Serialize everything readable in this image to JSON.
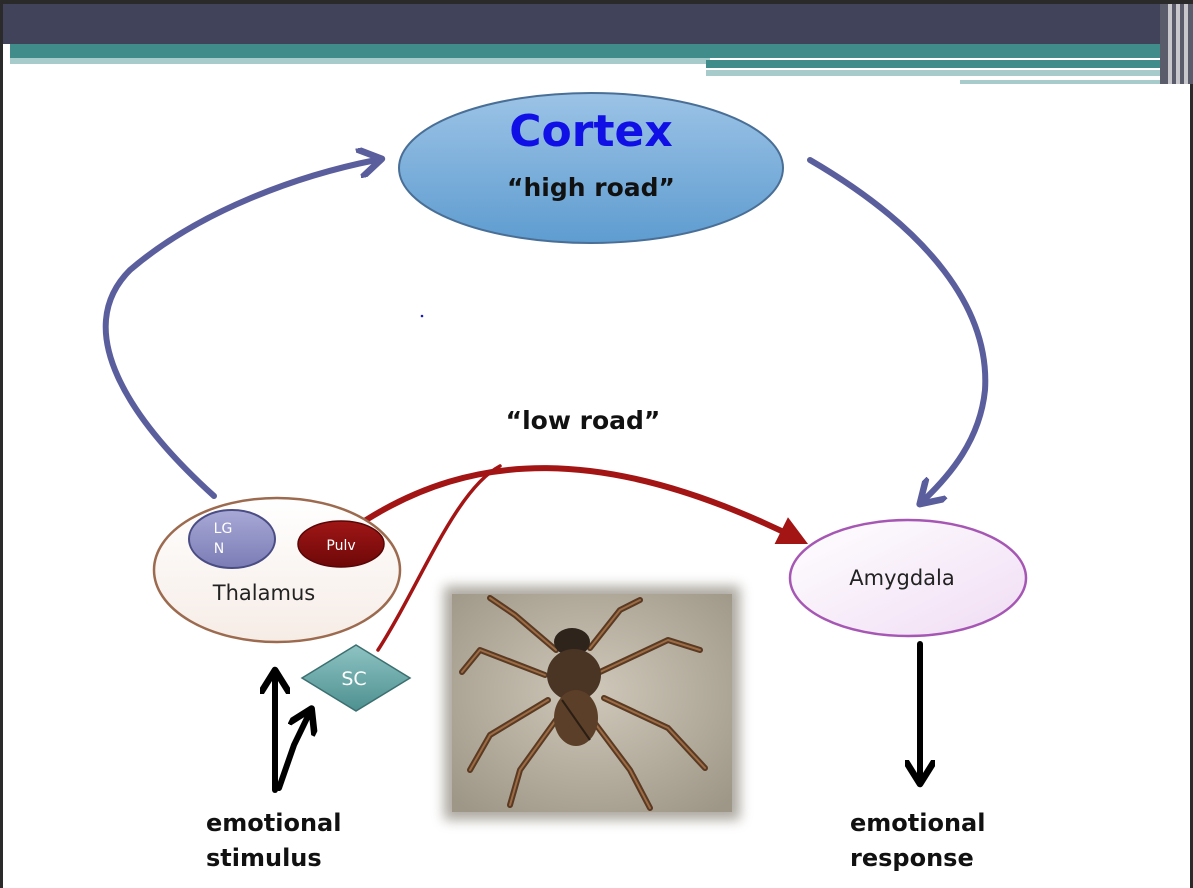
{
  "slide": {
    "nodes": {
      "cortex": {
        "title": "Cortex",
        "subtitle": "“high road”"
      },
      "low_road": "“low road”",
      "thalamus": "Thalamus",
      "lgn_line1": "LG",
      "lgn_line2": "N",
      "pulv": "Pulv",
      "sc": "SC",
      "amygdala": "Amygdala"
    },
    "captions": {
      "stimulus_line1": "emotional",
      "stimulus_line2": "stimulus",
      "response_line1": "emotional",
      "response_line2": "response"
    },
    "colors": {
      "header_dark": "#41435a",
      "header_teal": "#3f8c8a",
      "cortex_text": "#1010e6",
      "high_road_arrow": "#5a5e9c",
      "low_road_arrow": "#a31414",
      "thalamus_border": "#9c6a4e",
      "amygdala_border": "#a657b4",
      "pulv_fill": "#8a0c0c",
      "lgn_fill": "#8f90c4",
      "sc_fill": "#6fa9a9"
    },
    "image": {
      "icon": "spider-photo"
    }
  }
}
